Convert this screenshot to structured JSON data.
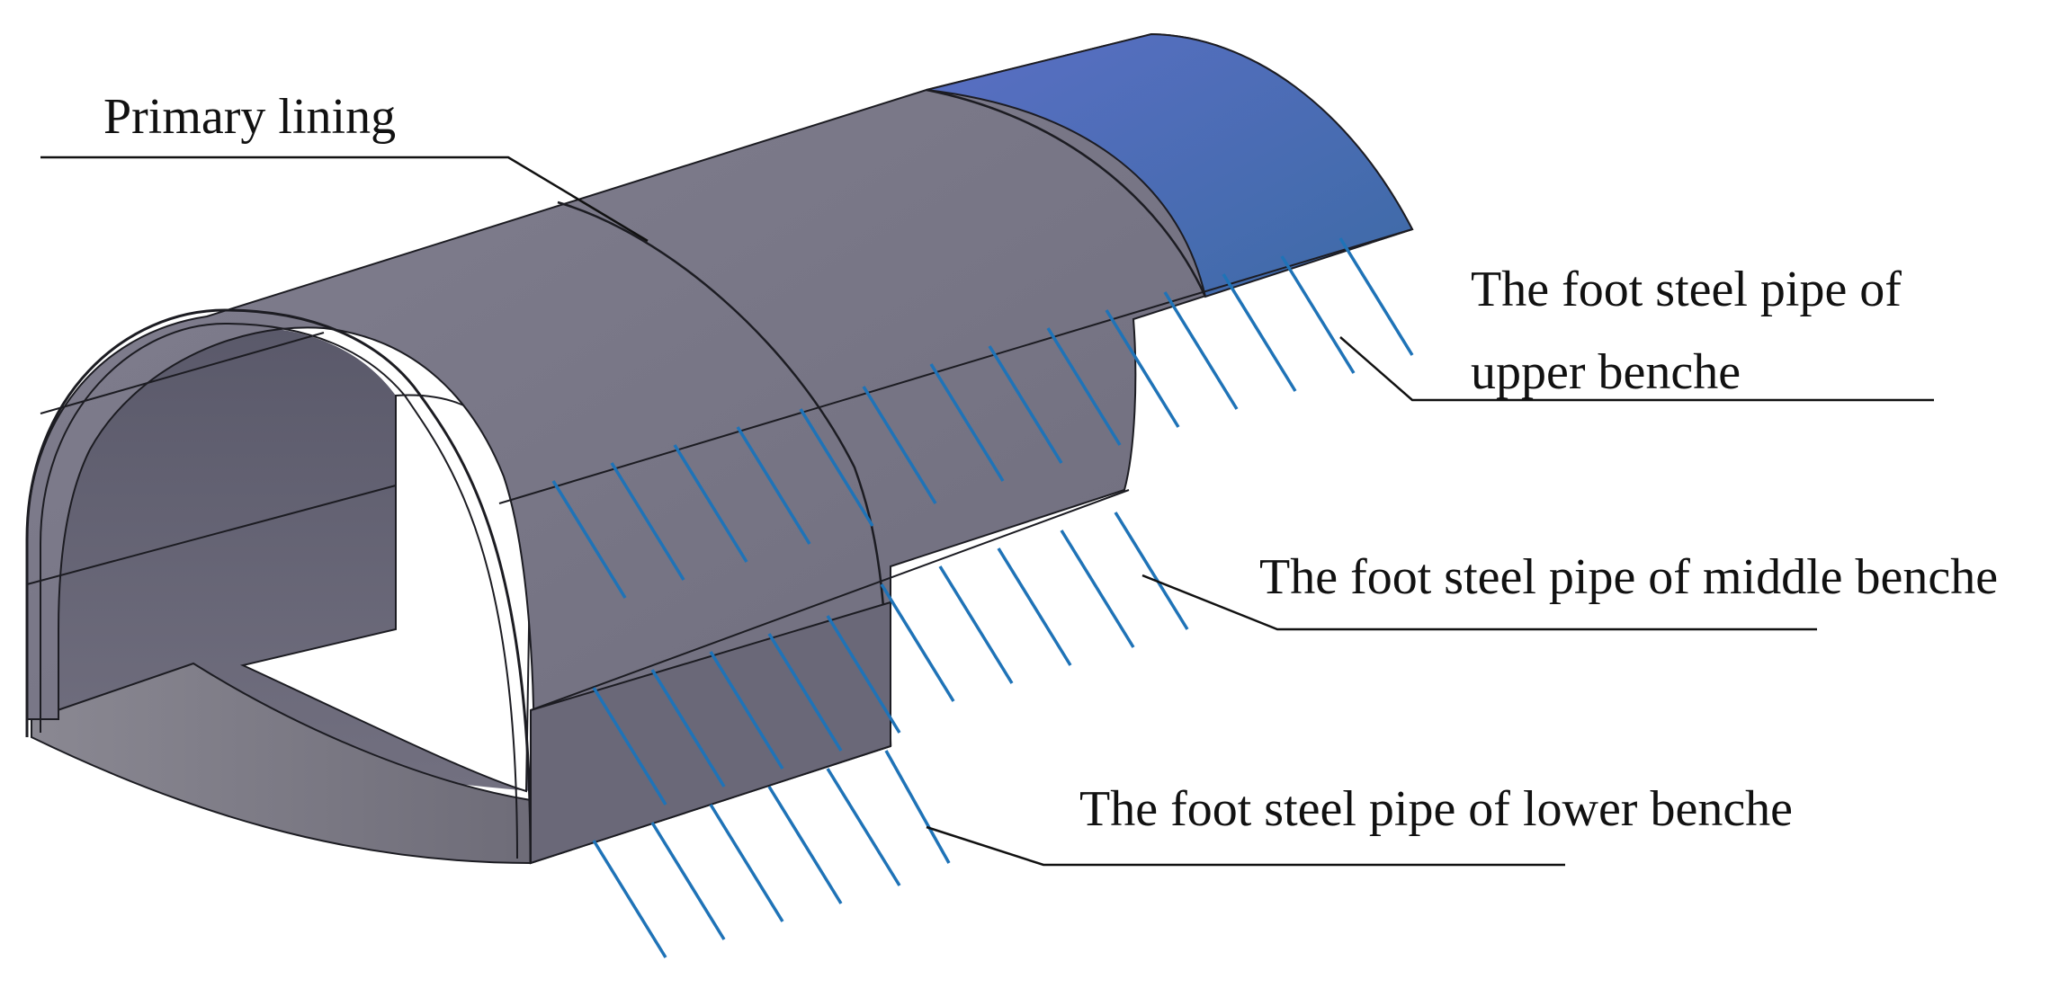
{
  "labels": {
    "primary_lining": "Primary lining",
    "upper_line1": "The foot steel pipe of",
    "upper_line2": "upper benche",
    "middle": "The foot steel pipe of middle benche",
    "lower": "The foot steel pipe of lower benche"
  },
  "colors": {
    "lining_gray": "#6f6d7c",
    "lining_dark": "#5c5a6a",
    "upper_blue": "#4a66b8",
    "pipe_blue": "#1f73b7",
    "edge": "#1c1c22",
    "leader": "#111111",
    "background": "#ffffff"
  },
  "icons": [
    "tunnel-lining-model",
    "foot-steel-pipe"
  ]
}
